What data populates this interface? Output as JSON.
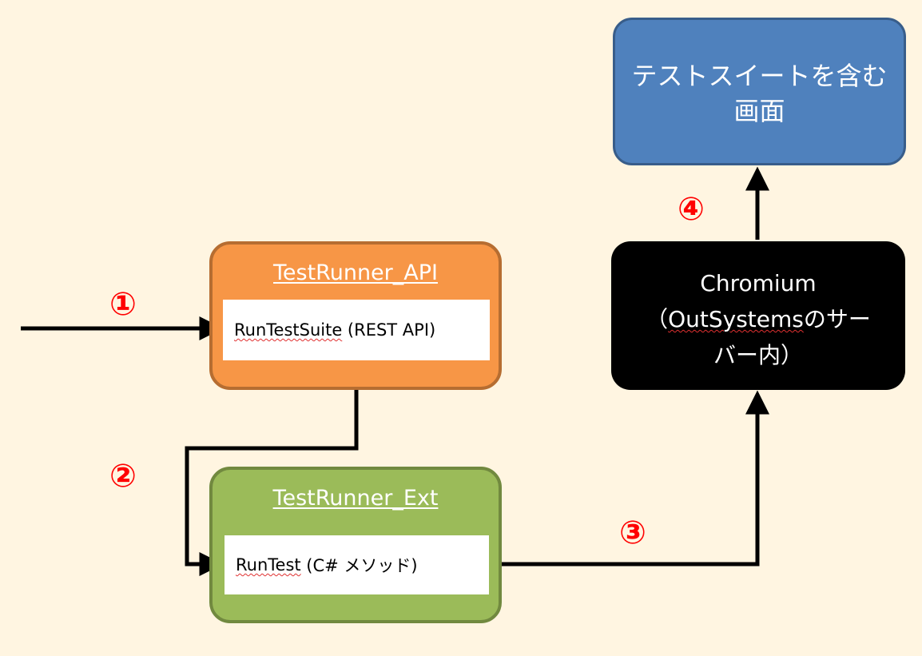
{
  "api_box": {
    "title": "TestRunner_API",
    "method_name": "RunTestSuite",
    "method_suffix": " (REST API)"
  },
  "ext_box": {
    "title": "TestRunner_Ext",
    "method_name": "RunTest",
    "method_suffix": " (C# メソッド)"
  },
  "chromium_box": {
    "line1": "Chromium",
    "line2_prefix": "（",
    "line2_name": "OutSystems",
    "line2_suffix": "のサー",
    "line3": "バー内）"
  },
  "suite_box": {
    "line1": "テストスイートを含む",
    "line2": "画面"
  },
  "steps": {
    "s1": "①",
    "s2": "②",
    "s3": "③",
    "s4": "④"
  },
  "colors": {
    "background": "#fff5e1",
    "api_fill": "#f79646",
    "ext_fill": "#9bbb59",
    "chromium_fill": "#000000",
    "suite_fill": "#4f81bd",
    "step_label": "#ff0000"
  }
}
